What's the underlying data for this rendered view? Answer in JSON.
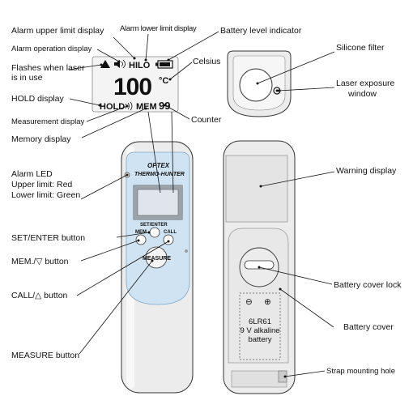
{
  "labels": {
    "alarm_upper_limit_display": "Alarm upper limit display",
    "alarm_lower_limit_display": "Alarm lower limit display",
    "battery_level_indicator": "Battery level indicator",
    "alarm_operation_display": "Alarm operation display",
    "celsius": "Celsius",
    "flashes_line1": "Flashes when laser",
    "flashes_line2": "is in use",
    "hold_display": "HOLD display",
    "measurement_display": "Measurement display",
    "counter": "Counter",
    "memory_display": "Memory display",
    "alarm_led_line1": "Alarm LED",
    "alarm_led_line2": "Upper limit: Red",
    "alarm_led_line3": "Lower limit: Green",
    "set_enter_button": "SET/ENTER button",
    "mem_button": "MEM./▽ button",
    "call_button": "CALL/△ button",
    "measure_button": "MEASURE button",
    "silicone_filter": "Silicone filter",
    "laser_exposure_line1": "Laser exposure",
    "laser_exposure_line2": "window",
    "warning_display": "Warning display",
    "battery_cover_lock": "Battery cover lock",
    "battery_cover": "Battery cover",
    "strap_mounting_hole": "Strap mounting hole"
  },
  "lcd": {
    "hilo": "HILO",
    "value": "100",
    "unit": "°C",
    "hold": "HOLD",
    "mem": "MEM",
    "counter": "99"
  },
  "device": {
    "brand": "OPTEX",
    "model": "THERMO-HUNTER",
    "set_enter": "SET/ENTER",
    "mem_key": "MEM",
    "call_key": "CALL",
    "measure_key": "MEASURE",
    "battery_line1": "6LR61",
    "battery_line2": "9 V alkaline",
    "battery_line3": "battery",
    "minus": "⊖",
    "plus": "⊕"
  },
  "colors": {
    "face_blue": "#cfe3f3",
    "lcd_grey": "#dfe5ea",
    "body_grey": "#ececec"
  }
}
